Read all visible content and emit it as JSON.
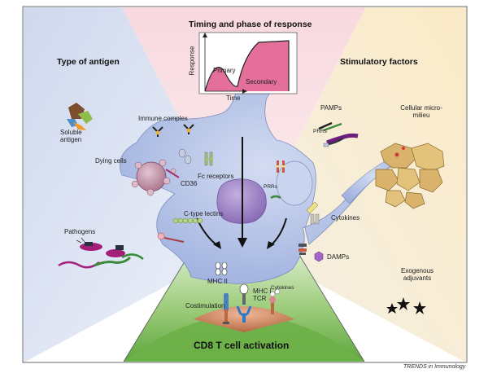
{
  "titles": {
    "timing": "Timing and phase of response",
    "antigen": "Type of antigen",
    "stimulatory": "Stimulatory factors",
    "activation": "CD8 T cell activation"
  },
  "response_graph": {
    "y_axis": "Response",
    "x_axis": "Time",
    "primary": "Primary",
    "secondary": "Secondary"
  },
  "labels": {
    "soluble_antigen": "Soluble antigen",
    "immune_complex": "Immune complex",
    "dying_cells": "Dying cells",
    "cd36": "CD36",
    "fc_receptors": "Fc receptors",
    "c_type_lectins": "C-type lectins",
    "pathogens": "Pathogens",
    "mhc_ii": "MHC II",
    "costimulation": "Costimulation",
    "mhc_i": "MHC I",
    "tcr": "TCR",
    "cytokines_small": "Cytokines",
    "pamps": "PAMPs",
    "cellular_micro_milieu": "Cellular micro-milieu",
    "prrs_top": "PRRs",
    "prrs_mid": "PRRs",
    "cytokines": "Cytokines",
    "damps": "DAMPs",
    "exogenous_adjuvants": "Exogenous adjuvants"
  },
  "credit": "TRENDS in Immunology",
  "colors": {
    "pink_sector": "#f6dde2",
    "blue_sector": "#dfe6f3",
    "cell_body": "#b9c7e8",
    "nucleus": "#a58ac5",
    "t_cell_green": "#79b956",
    "graph_fill": "#e36f9a"
  }
}
